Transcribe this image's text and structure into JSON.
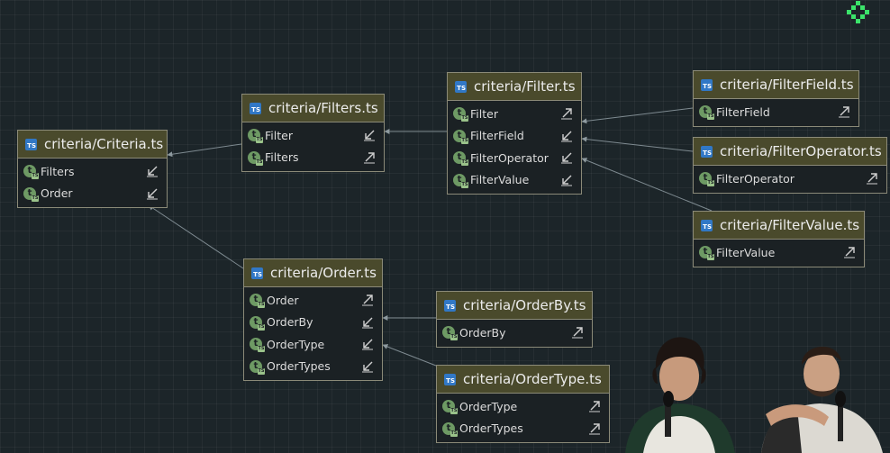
{
  "nodes": [
    {
      "id": "criteria",
      "title": "criteria/Criteria.ts",
      "rows": [
        {
          "label": "Filters",
          "arrow": "in"
        },
        {
          "label": "Order",
          "arrow": "in"
        }
      ]
    },
    {
      "id": "filters",
      "title": "criteria/Filters.ts",
      "rows": [
        {
          "label": "Filter",
          "arrow": "in"
        },
        {
          "label": "Filters",
          "arrow": "out"
        }
      ]
    },
    {
      "id": "filter",
      "title": "criteria/Filter.ts",
      "rows": [
        {
          "label": "Filter",
          "arrow": "out"
        },
        {
          "label": "FilterField",
          "arrow": "in"
        },
        {
          "label": "FilterOperator",
          "arrow": "in"
        },
        {
          "label": "FilterValue",
          "arrow": "in"
        }
      ]
    },
    {
      "id": "filterfield",
      "title": "criteria/FilterField.ts",
      "rows": [
        {
          "label": "FilterField",
          "arrow": "out"
        }
      ]
    },
    {
      "id": "filteroperator",
      "title": "criteria/FilterOperator.ts",
      "rows": [
        {
          "label": "FilterOperator",
          "arrow": "out"
        }
      ]
    },
    {
      "id": "filtervalue",
      "title": "criteria/FilterValue.ts",
      "rows": [
        {
          "label": "FilterValue",
          "arrow": "out"
        }
      ]
    },
    {
      "id": "order",
      "title": "criteria/Order.ts",
      "rows": [
        {
          "label": "Order",
          "arrow": "out"
        },
        {
          "label": "OrderBy",
          "arrow": "in"
        },
        {
          "label": "OrderType",
          "arrow": "in"
        },
        {
          "label": "OrderTypes",
          "arrow": "in"
        }
      ]
    },
    {
      "id": "orderby",
      "title": "criteria/OrderBy.ts",
      "rows": [
        {
          "label": "OrderBy",
          "arrow": "out"
        }
      ]
    },
    {
      "id": "ordertype",
      "title": "criteria/OrderType.ts",
      "rows": [
        {
          "label": "OrderType",
          "arrow": "out"
        },
        {
          "label": "OrderTypes",
          "arrow": "out"
        }
      ]
    }
  ],
  "edges": [
    {
      "from": "filters",
      "to": "criteria"
    },
    {
      "from": "order",
      "to": "criteria"
    },
    {
      "from": "filter",
      "to": "filters"
    },
    {
      "from": "filterfield",
      "to": "filter"
    },
    {
      "from": "filteroperator",
      "to": "filter"
    },
    {
      "from": "filtervalue",
      "to": "filter"
    },
    {
      "from": "orderby",
      "to": "order"
    },
    {
      "from": "ordertype",
      "to": "order"
    }
  ],
  "colors": {
    "background": "#1c2529",
    "node_header": "#4a4a2c",
    "node_border": "#8b8a78",
    "ts_badge": "#3178c6",
    "member_icon": "#6e9a64",
    "edge": "#7e8a90",
    "logo": "#3be36a"
  },
  "icons": {
    "file": "typescript-file-icon",
    "member": "type-member-icon",
    "arrow_in": "arrow-down-left-icon",
    "arrow_out": "arrow-up-right-icon",
    "logo": "app-logo-icon"
  },
  "ts_badge_text": "TS",
  "member_icon_letter": "t"
}
